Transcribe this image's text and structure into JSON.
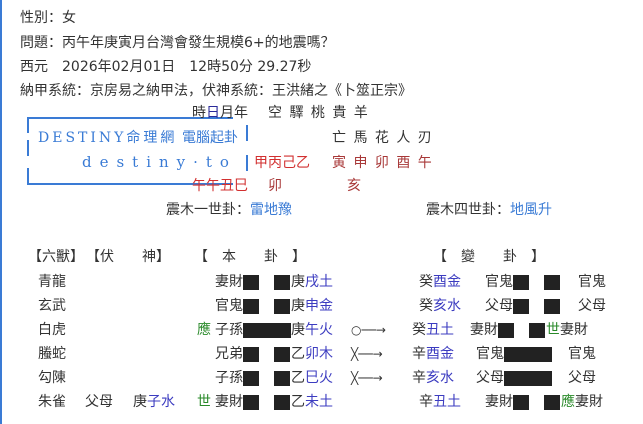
{
  "info": {
    "gender": "性別：女",
    "question": "問題：丙午年庚寅月台灣會發生規模6+的地震嗎？",
    "date": "西元　2026年02月01日　12時50分 29.27秒",
    "system": "納甲系統：京房易之納甲法，伏神系統：王洪緒之《卜筮正宗》"
  },
  "logo": {
    "line1": "DESTINY命理網",
    "line2": "電腦起卦",
    "line3": "destiny·to"
  },
  "pillars": {
    "label_a": "時",
    "label_day": "日",
    "label_b": "月年",
    "stems": "甲丙己乙",
    "branches": "午午丑巳"
  },
  "shensha": {
    "names1": "空 驛 桃 貴 羊",
    "names2": "亡 馬 花 人 刃",
    "values1": "寅 申 卯 酉 午",
    "kong": "卯",
    "mid": "亥"
  },
  "gua": {
    "main_label": "震木一世卦：",
    "main_name": "雷地豫",
    "changed_label": "震木四世卦：",
    "changed_name": "地風升"
  },
  "table": {
    "h_beast": "【六獸】",
    "h_fushen": "【伏　　神】",
    "h_main": "【　本　　卦　】",
    "h_changed": "【　變　　卦　】",
    "rows": [
      {
        "beast": "青龍",
        "fu_rel": "",
        "fu_stem": "",
        "fu_branch": "",
        "mark": "",
        "rel": "妻財",
        "line": "yin",
        "stem": "庚",
        "branch": "戌土",
        "move": "",
        "c_stem": "癸",
        "c_branch": "酉金",
        "c_rel": "官鬼",
        "c_line": "yin",
        "c_mark": "",
        "c_rel2": "官鬼"
      },
      {
        "beast": "玄武",
        "fu_rel": "",
        "fu_stem": "",
        "fu_branch": "",
        "mark": "",
        "rel": "官鬼",
        "line": "yin",
        "stem": "庚",
        "branch": "申金",
        "move": "",
        "c_stem": "癸",
        "c_branch": "亥水",
        "c_rel": "父母",
        "c_line": "yin",
        "c_mark": "",
        "c_rel2": "父母"
      },
      {
        "beast": "白虎",
        "fu_rel": "",
        "fu_stem": "",
        "fu_branch": "",
        "mark": "應",
        "rel": "子孫",
        "line": "yang",
        "stem": "庚",
        "branch": "午火",
        "move": "○──→",
        "c_stem": "癸",
        "c_branch": "丑土",
        "c_rel": "妻財",
        "c_line": "yin",
        "c_mark": "世",
        "c_rel2": "妻財"
      },
      {
        "beast": "螣蛇",
        "fu_rel": "",
        "fu_stem": "",
        "fu_branch": "",
        "mark": "",
        "rel": "兄弟",
        "line": "yin",
        "stem": "乙",
        "branch": "卯木",
        "move": "╳──→",
        "c_stem": "辛",
        "c_branch": "酉金",
        "c_rel": "官鬼",
        "c_line": "yang",
        "c_mark": "",
        "c_rel2": "官鬼"
      },
      {
        "beast": "勾陳",
        "fu_rel": "",
        "fu_stem": "",
        "fu_branch": "",
        "mark": "",
        "rel": "子孫",
        "line": "yin",
        "stem": "乙",
        "branch": "巳火",
        "move": "╳──→",
        "c_stem": "辛",
        "c_branch": "亥水",
        "c_rel": "父母",
        "c_line": "yang",
        "c_mark": "",
        "c_rel2": "父母"
      },
      {
        "beast": "朱雀",
        "fu_rel": "父母",
        "fu_stem": "庚",
        "fu_branch": "子水",
        "mark": "世",
        "rel": "妻財",
        "line": "yin",
        "stem": "乙",
        "branch": "未土",
        "move": "",
        "c_stem": "辛",
        "c_branch": "丑土",
        "c_rel": "妻財",
        "c_line": "yin",
        "c_mark": "應",
        "c_rel2": "妻財"
      }
    ]
  },
  "colors": {
    "accent": "#3a7bd5",
    "branch": "#3c3cc0",
    "shiying": "#2a8a2a",
    "stem_red": "#d23030"
  }
}
